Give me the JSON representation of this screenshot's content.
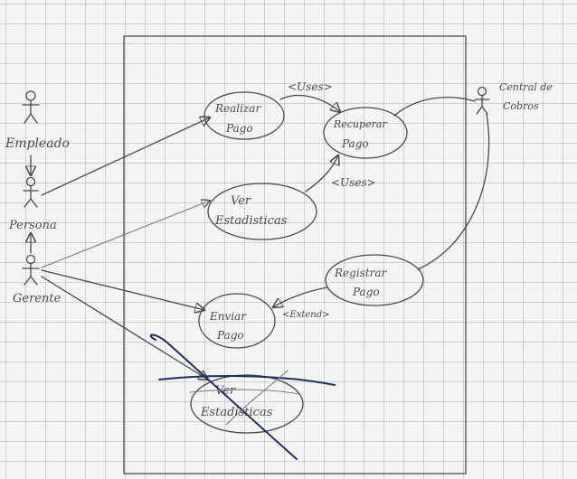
{
  "actors": {
    "empleado": "Empleado",
    "persona": "Persona",
    "gerente": "Gerente",
    "central": [
      "Central de",
      "Cobros"
    ]
  },
  "use_cases": {
    "realizar_pago": [
      "Realizar",
      "Pago"
    ],
    "recuperar_pago": [
      "Recuperar",
      "Pago"
    ],
    "ver_estadisticas": [
      "Ver",
      "Estadisticas"
    ],
    "registrar_pago": [
      "Registrar",
      "Pago"
    ],
    "enviar_pago": [
      "Enviar",
      "Pago"
    ],
    "ver_estadisticas_tachado": [
      "Ver",
      "Estadisticas"
    ]
  },
  "stereotypes": {
    "uses_top": "<Uses>",
    "uses_mid": "<Uses>",
    "extend": "<Extend>"
  },
  "colors": {
    "ink": "#4a4a4a",
    "blue_ink": "#1f2d63",
    "paper": "#f4f4f2"
  }
}
